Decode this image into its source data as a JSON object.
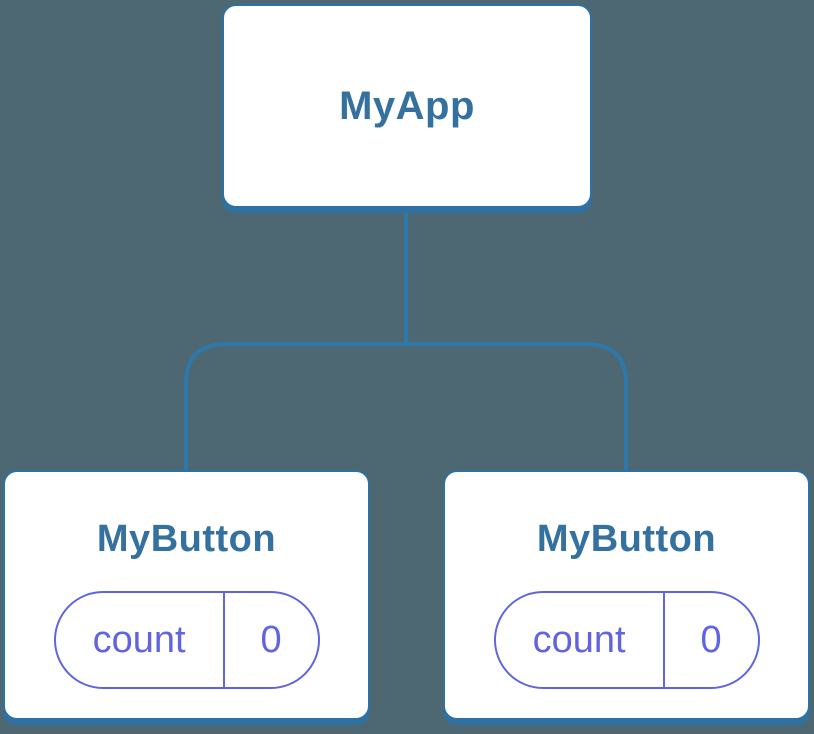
{
  "diagram": {
    "description": "React component tree diagram",
    "colors": {
      "background": "#4d6872",
      "node_fill": "#ffffff",
      "node_border": "#2e71a2",
      "node_text": "#35719f",
      "connector_line": "#2e78aa",
      "state_accent": "#6065df"
    },
    "tree": {
      "root": {
        "label": "MyApp"
      },
      "children": [
        {
          "label": "MyButton",
          "state": {
            "key": "count",
            "value": "0"
          }
        },
        {
          "label": "MyButton",
          "state": {
            "key": "count",
            "value": "0"
          }
        }
      ]
    }
  }
}
